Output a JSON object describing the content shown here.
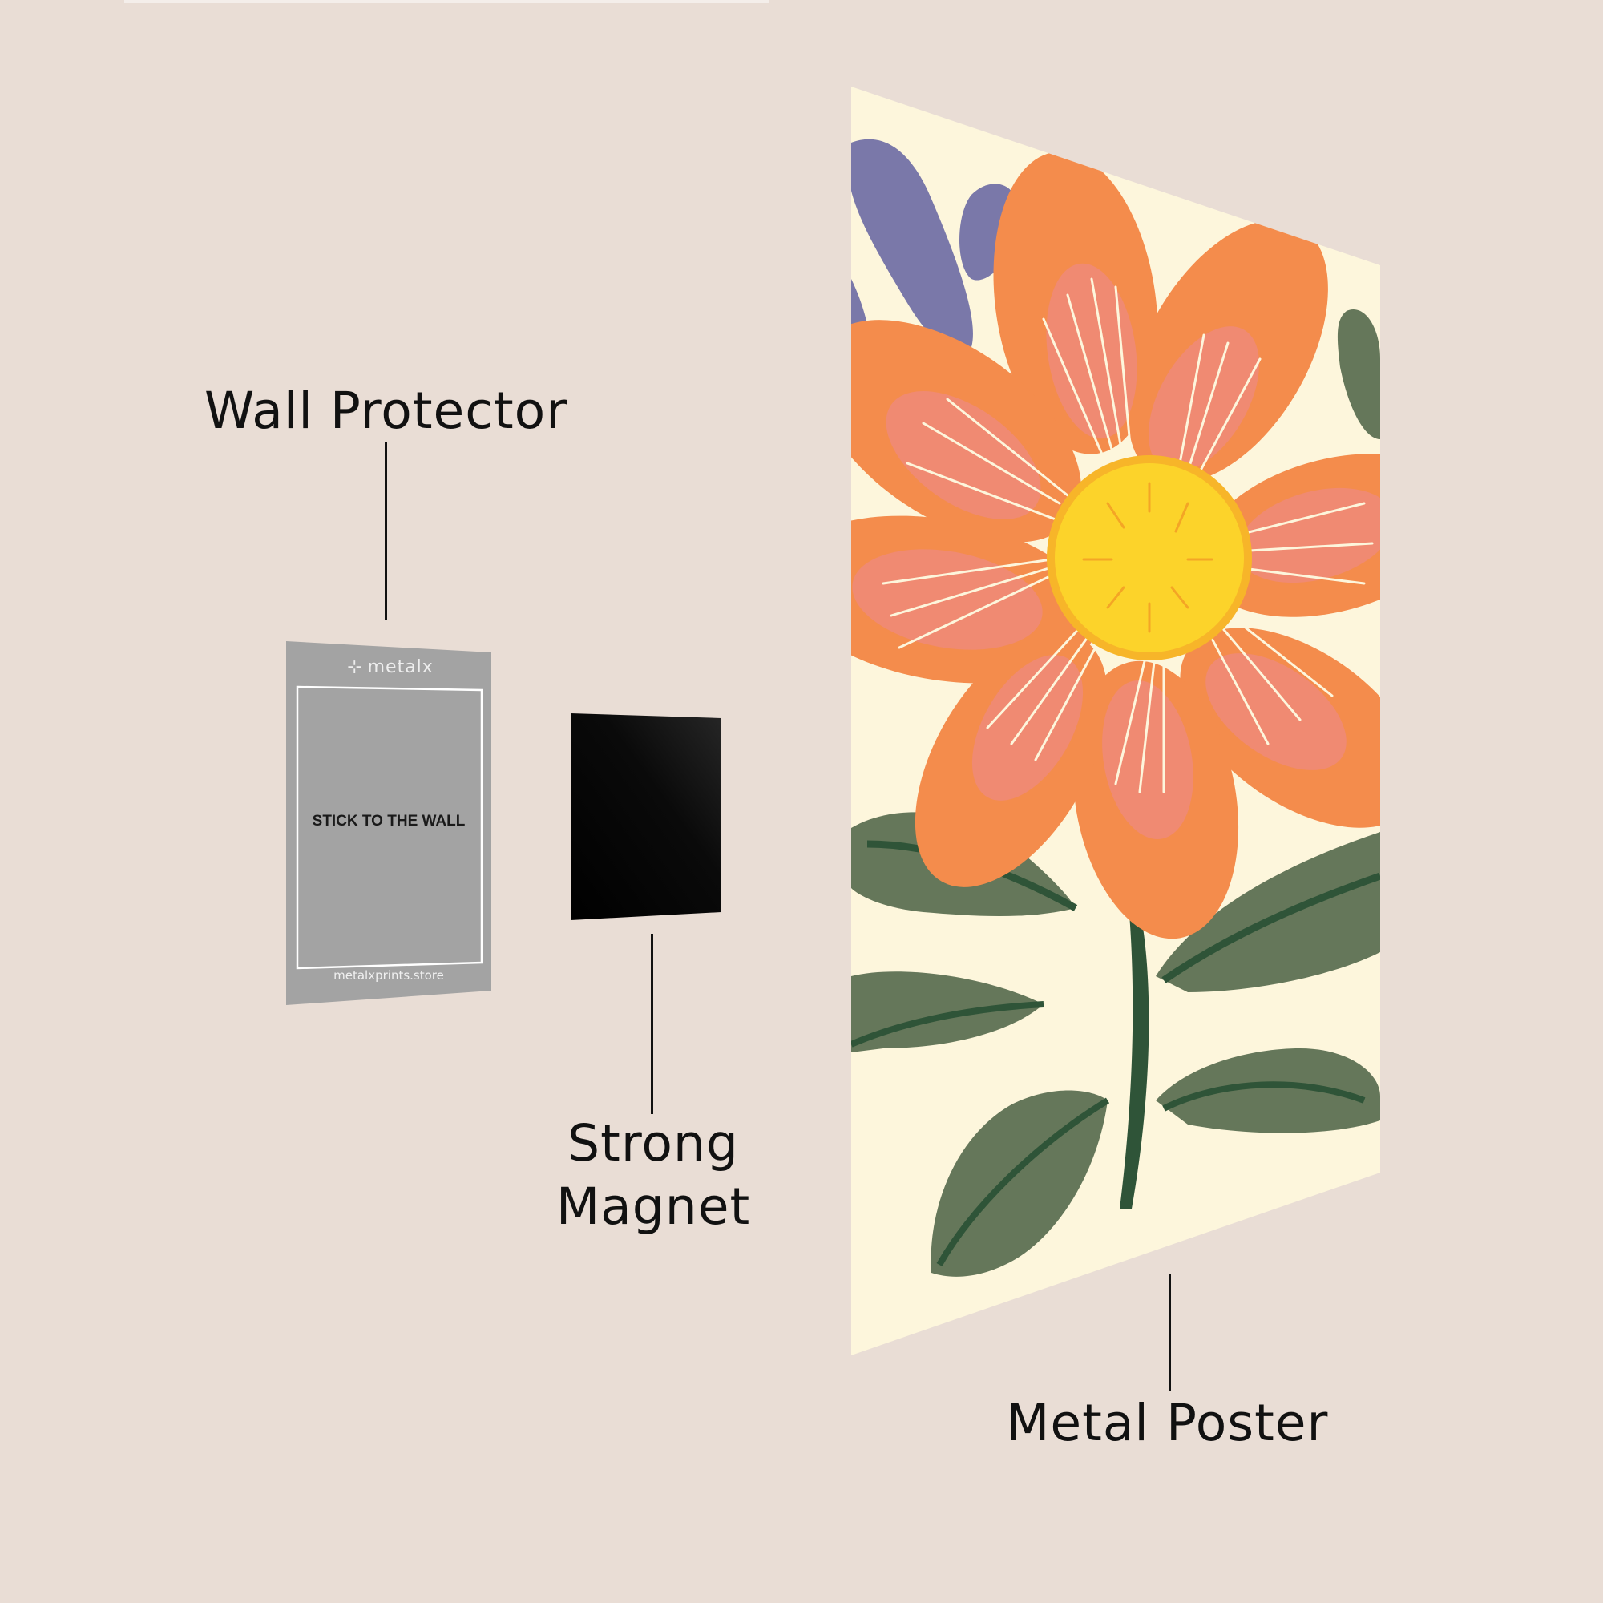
{
  "labels": {
    "wall_protector": "Wall Protector",
    "strong_magnet_line1": "Strong",
    "strong_magnet_line2": "Magnet",
    "metal_poster": "Metal Poster"
  },
  "protector": {
    "brand": "metalx",
    "instruction": "STICK TO THE WALL",
    "website": "metalxprints.store"
  },
  "colors": {
    "background": "#e9ddd5",
    "protector": "#a3a3a3",
    "magnet": "#050505",
    "poster_bg": "#fdf6dc",
    "petal_orange": "#f48c4c",
    "petal_pink": "#f08a72",
    "flower_center": "#fcd32a",
    "leaf_green": "#65775a",
    "stem_green": "#2f5438",
    "accent_purple": "#7a78a9"
  }
}
